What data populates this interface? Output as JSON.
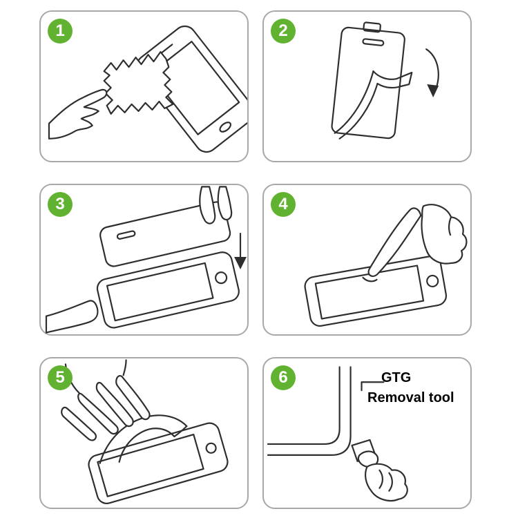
{
  "colors": {
    "step_badge": "#61b230",
    "badge_text": "#ffffff",
    "panel_border": "#a8a8a8",
    "line_art": "#2e2e2e",
    "background": "#ffffff"
  },
  "steps": [
    {
      "number": "1",
      "illustration": "wipe-phone-with-cloth-illustration"
    },
    {
      "number": "2",
      "illustration": "peel-protective-film-illustration"
    },
    {
      "number": "3",
      "illustration": "align-glass-over-phone-illustration"
    },
    {
      "number": "4",
      "illustration": "press-finger-on-screen-illustration"
    },
    {
      "number": "5",
      "illustration": "smooth-film-on-phone-illustration"
    },
    {
      "number": "6",
      "illustration": "corner-removal-tool-illustration",
      "label_line1": "GTG",
      "label_line2": "Removal tool"
    }
  ]
}
